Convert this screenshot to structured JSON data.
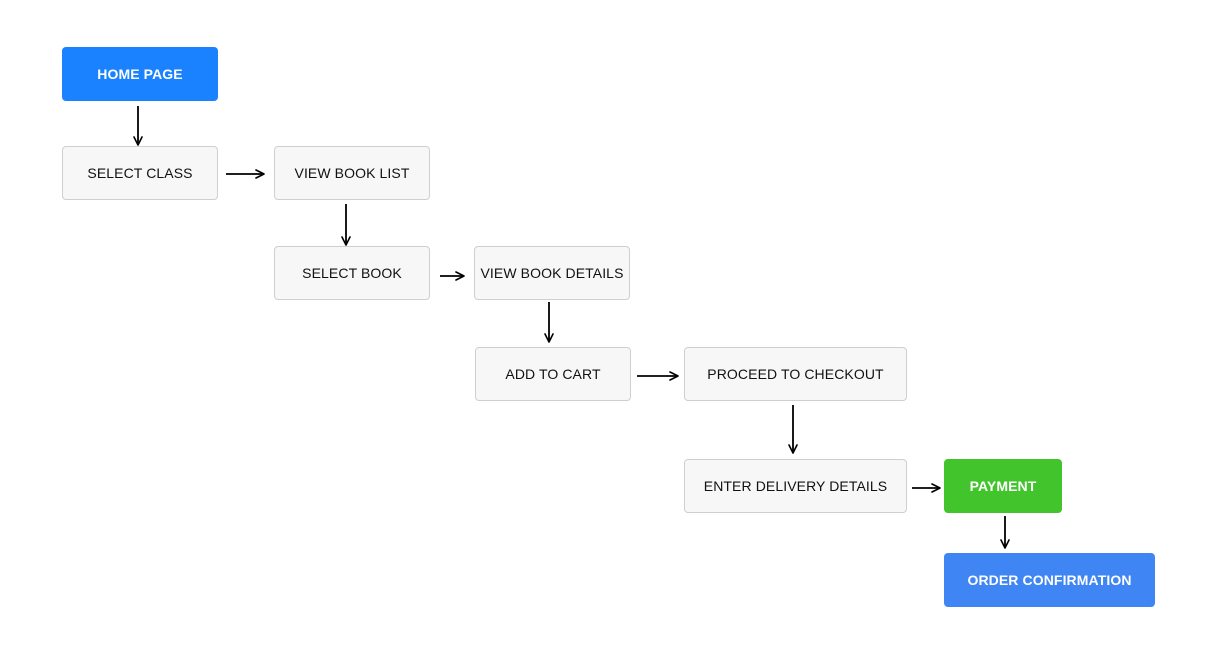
{
  "nodes": {
    "home_page": {
      "label": "HOME PAGE",
      "color": "#1a82ff"
    },
    "select_class": {
      "label": "SELECT CLASS"
    },
    "view_book_list": {
      "label": "VIEW BOOK LIST"
    },
    "select_book": {
      "label": "SELECT BOOK"
    },
    "view_book_details": {
      "label": "VIEW BOOK DETAILS"
    },
    "add_to_cart": {
      "label": "ADD TO CART"
    },
    "proceed_to_checkout": {
      "label": "PROCEED TO CHECKOUT"
    },
    "enter_delivery_details": {
      "label": "ENTER DELIVERY DETAILS"
    },
    "payment": {
      "label": "PAYMENT",
      "color": "#42c42c"
    },
    "order_confirmation": {
      "label": "ORDER CONFIRMATION",
      "color": "#3f86f4"
    }
  },
  "flow": [
    [
      "home_page",
      "select_class"
    ],
    [
      "select_class",
      "view_book_list"
    ],
    [
      "view_book_list",
      "select_book"
    ],
    [
      "select_book",
      "view_book_details"
    ],
    [
      "view_book_details",
      "add_to_cart"
    ],
    [
      "add_to_cart",
      "proceed_to_checkout"
    ],
    [
      "proceed_to_checkout",
      "enter_delivery_details"
    ],
    [
      "enter_delivery_details",
      "payment"
    ],
    [
      "payment",
      "order_confirmation"
    ]
  ],
  "colors": {
    "default_box_fill": "#f7f7f7",
    "default_box_border": "#cfcfcf",
    "default_text": "#111111",
    "filled_text": "#ffffff",
    "arrow": "#000000"
  }
}
